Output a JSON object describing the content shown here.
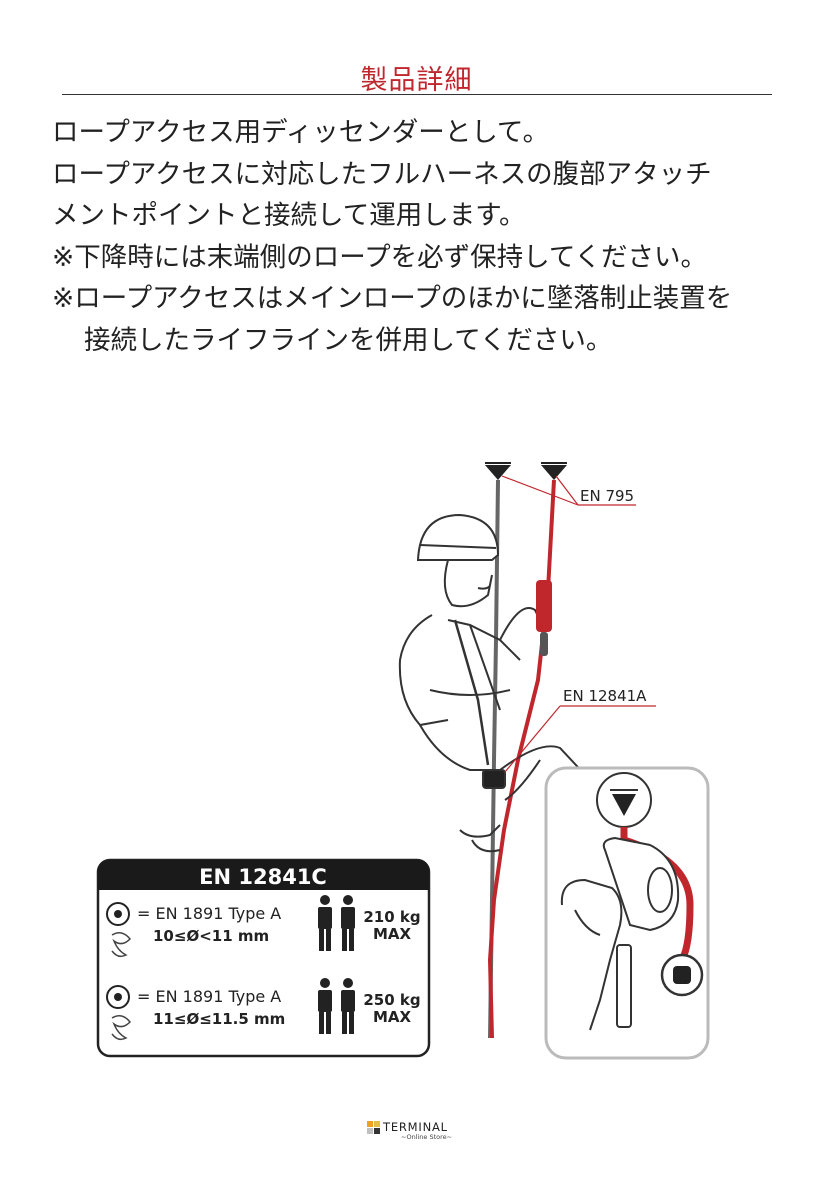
{
  "header": {
    "title": "製品詳細"
  },
  "description": {
    "lines": [
      "ロープアクセス用ディッセンダーとして。",
      "ロープアクセスに対応したフルハーネスの腹部アタッチ",
      "メントポイントと接続して運用します。",
      "※下降時には末端側のロープを必ず保持してください。",
      "※ロープアクセスはメインロープのほかに墜落制止装置を",
      "接続したライフラインを併用してください。"
    ]
  },
  "illustration": {
    "label_anchor": "EN 795",
    "label_harness": "EN 12841A",
    "colors": {
      "accent_red": "#c0272d",
      "line_gray": "#555555",
      "dark": "#222222"
    }
  },
  "spec_panel": {
    "header": "EN 12841C",
    "rows": [
      {
        "rope": "= EN 1891 Type A",
        "diameter": "10≤Ø<11 mm",
        "load": "210 kg",
        "max": "MAX"
      },
      {
        "rope": "= EN 1891 Type A",
        "diameter": "11≤Ø≤11.5 mm",
        "load": "250 kg",
        "max": "MAX"
      }
    ]
  },
  "footer": {
    "brand": "TERMINAL",
    "sub": "~Online Store~"
  }
}
